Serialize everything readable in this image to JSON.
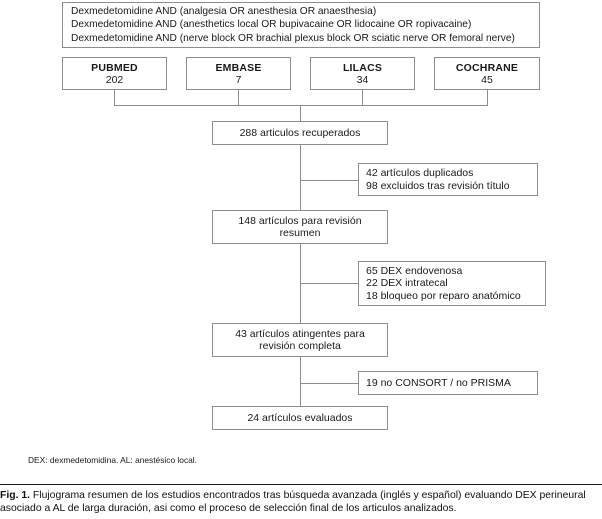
{
  "figure": {
    "search_query": {
      "lines": [
        "Dexmedetomidine AND (analgesia OR anesthesia OR anaesthesia)",
        "Dexmedetomidine AND (anesthetics local OR bupivacaine OR lidocaine OR ropivacaine)",
        "Dexmedetomidine AND (nerve block OR brachial plexus block OR sciatic nerve OR femoral nerve)"
      ]
    },
    "databases": [
      {
        "name": "PUBMED",
        "count": "202"
      },
      {
        "name": "EMBASE",
        "count": "7"
      },
      {
        "name": "LILACS",
        "count": "34"
      },
      {
        "name": "COCHRANE",
        "count": "45"
      }
    ],
    "stages": [
      {
        "id": "retrieved",
        "lines": [
          "288 articulos recuperados"
        ]
      },
      {
        "id": "abstract",
        "lines": [
          "148 artículos para revisión",
          "resumen"
        ]
      },
      {
        "id": "fulltext",
        "lines": [
          "43 artículos atingentes para",
          "revisión completa"
        ]
      },
      {
        "id": "evaluated",
        "lines": [
          "24 artículos evaluados"
        ]
      }
    ],
    "exclusions": [
      {
        "id": "duplicates",
        "lines": [
          "42 artículos duplicados",
          "98 excluidos tras revisión título"
        ]
      },
      {
        "id": "route",
        "lines": [
          "65 DEX endovenosa",
          "22 DEX intratecal",
          "18 bloqueo por reparo anatómico"
        ]
      },
      {
        "id": "guidelines",
        "lines": [
          "19 no CONSORT / no PRISMA"
        ]
      }
    ],
    "footnote": "DEX: dexmedetomidina. AL: anestésico local.",
    "caption": {
      "label": "Fig. 1.",
      "text": "Flujograma resumen de los estudios encontrados tras búsqueda avanzada (inglés y español) evaluando DEX perineural asociado a AL de larga duración, asi como el proceso de selección final de los articulos analizados."
    },
    "colors": {
      "box_border": "#8d8d8d",
      "connector": "#8d8d8d",
      "text": "#1a1a1a",
      "background": "#ffffff"
    }
  }
}
